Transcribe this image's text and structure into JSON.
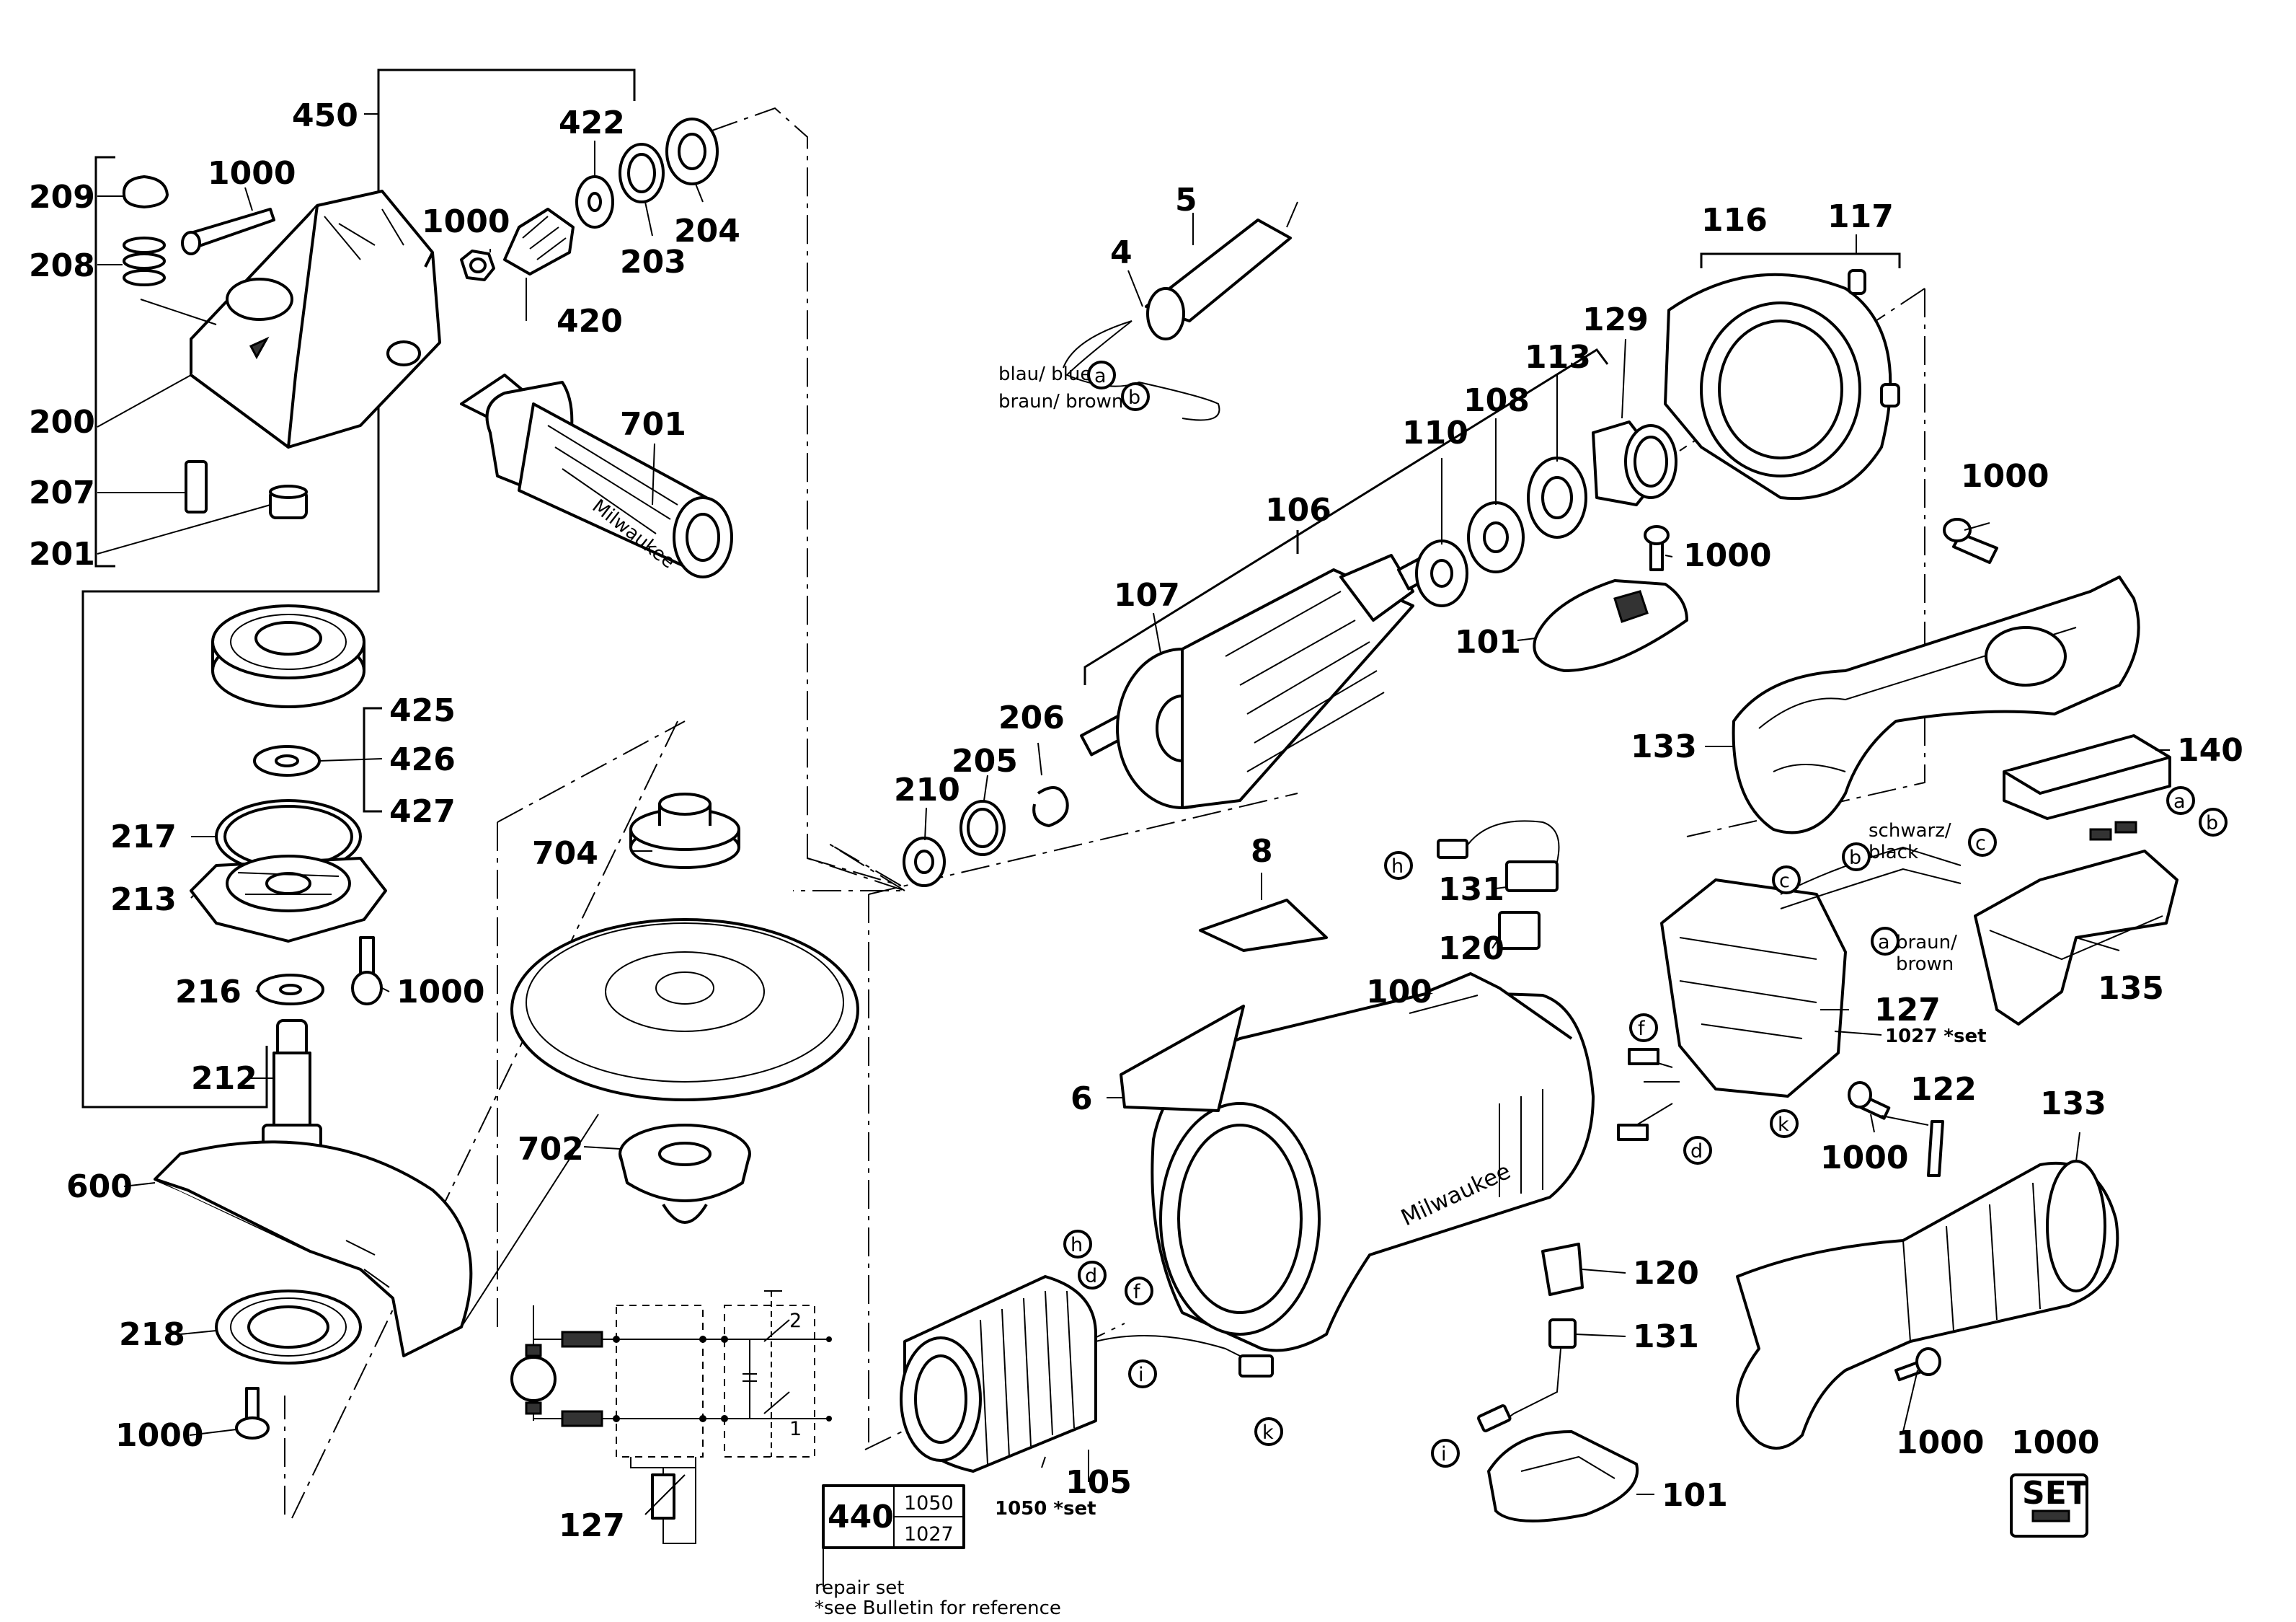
{
  "parts": {
    "p450": "450",
    "p422": "422",
    "p209": "209",
    "p1000_a": "1000",
    "p1000_b": "1000",
    "p208": "208",
    "p203": "203",
    "p204": "204",
    "p420": "420",
    "p701": "701",
    "p200": "200",
    "p207": "207",
    "p201": "201",
    "p425": "425",
    "p426": "426",
    "p427": "427",
    "p217": "217",
    "p213": "213",
    "p216": "216",
    "p1000_c": "1000",
    "p212": "212",
    "p600": "600",
    "p218": "218",
    "p1000_d": "1000",
    "p5": "5",
    "p4": "4",
    "p116": "116",
    "p117": "117",
    "p129": "129",
    "p113": "113",
    "p108": "108",
    "p110": "110",
    "p106": "106",
    "p107": "107",
    "p1000_e": "1000",
    "p101_a": "101",
    "p1000_f": "1000",
    "p206": "206",
    "p205": "205",
    "p210": "210",
    "p133_a": "133",
    "p140": "140",
    "p704": "704",
    "p8": "8",
    "p131_a": "131",
    "p120_a": "120",
    "p127_a": "127",
    "p1027_set": "1027 *set",
    "p135": "135",
    "p100": "100",
    "p6": "6",
    "p122": "122",
    "p133_b": "133",
    "p1000_g": "1000",
    "p702": "702",
    "p120_b": "120",
    "p131_b": "131",
    "p1050_set": "1050 *set",
    "p105": "105",
    "p1000_h": "1000",
    "p101_b": "101",
    "p127_b": "127",
    "p440": "440",
    "p1050": "1050",
    "p1027": "1027",
    "p1000_set": "1000",
    "set_label": "SET"
  },
  "wires": {
    "blue": "blau/ blue",
    "brown": "braun/ brown",
    "black_de": "schwarz/",
    "black_en": "black",
    "brown2_de": "braun/",
    "brown2_en": "brown"
  },
  "callouts": {
    "a": "a",
    "b": "b",
    "c": "c",
    "d": "d",
    "f": "f",
    "h": "h",
    "i": "i",
    "k": "k"
  },
  "schematic": {
    "sw1": "1",
    "sw2": "2"
  },
  "notes": {
    "repair": "repair set",
    "bulletin": "*see Bulletin for reference"
  },
  "brand": "Milwaukee"
}
